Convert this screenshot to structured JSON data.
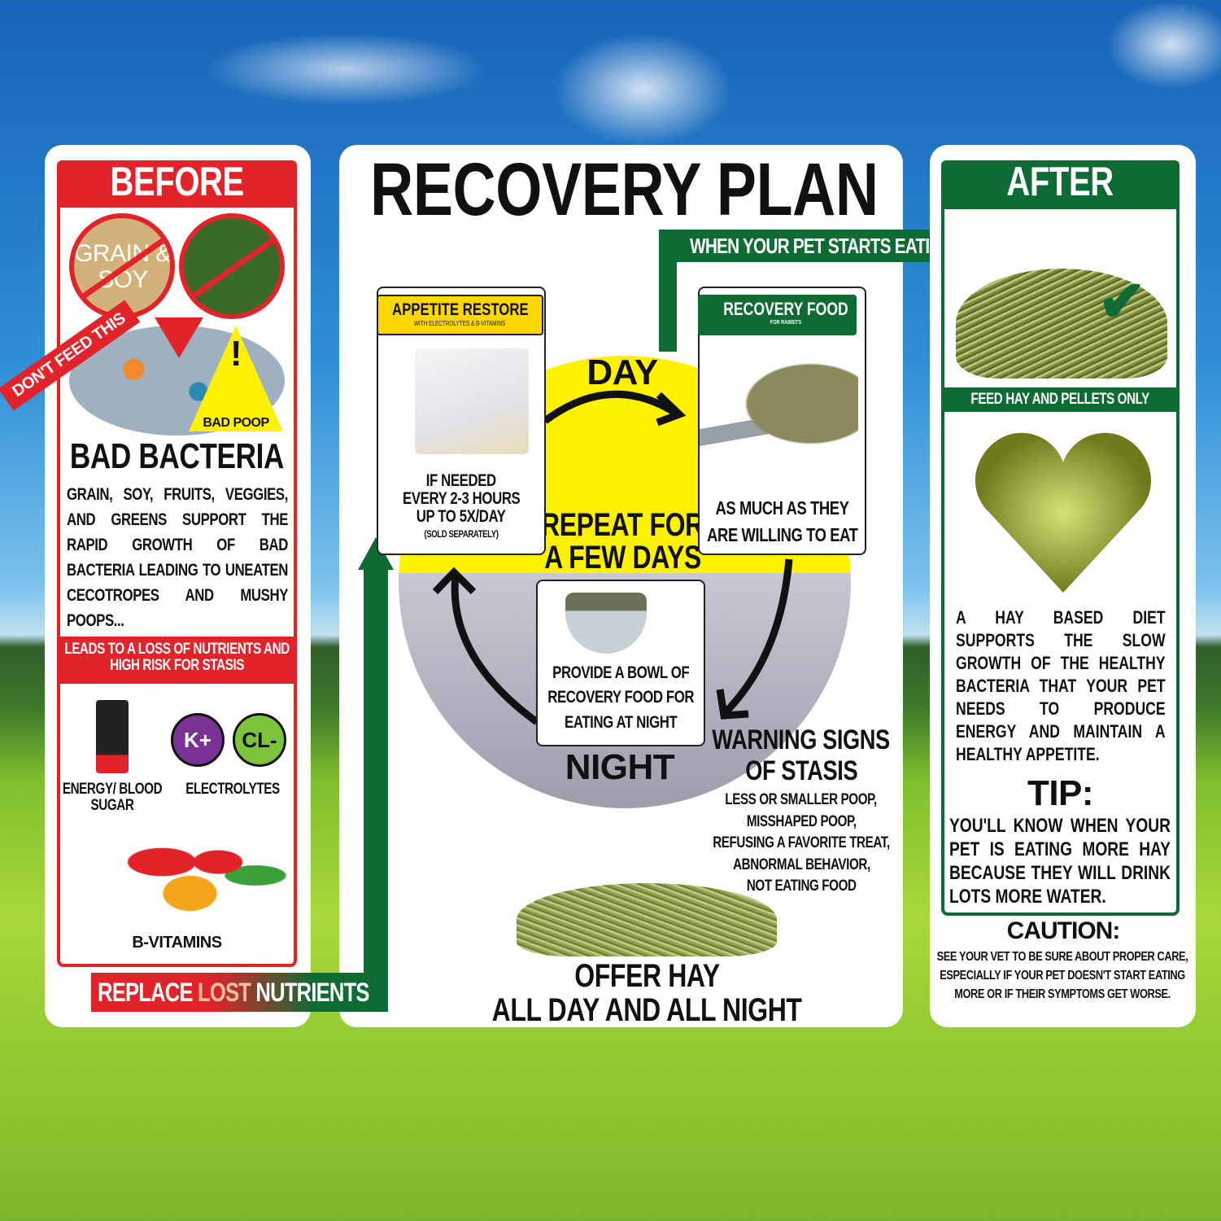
{
  "title": "RECOVERY PLAN",
  "before": {
    "header": "BEFORE",
    "grain_label": "GRAIN & SOY",
    "dont_feed": "DON'T FEED THIS",
    "bad_poop": "BAD POOP",
    "heading": "BAD BACTERIA",
    "body": "GRAIN, SOY, FRUITS, VEGGIES, AND GREENS SUPPORT THE RAPID GROWTH OF BAD BACTERIA LEADING TO UNEATEN CECOTROPES AND MUSHY POOPS...",
    "warning": "LEADS TO A LOSS OF NUTRIENTS AND HIGH RISK FOR STASIS",
    "energy": "ENERGY/ BLOOD SUGAR",
    "electrolytes": "ELECTROLYTES",
    "k_symbol": "K+",
    "cl_symbol": "CL-",
    "vitamins": "B-VITAMINS"
  },
  "replace": {
    "part1": "REPLACE ",
    "part2": "LOST ",
    "part3": "NUTRIENTS"
  },
  "when_hay": "WHEN YOUR PET STARTS EATING MORE HAY",
  "appetite": {
    "title": "APPETITE RESTORE",
    "subtitle": "WITH ELECTROLYTES & B-VITAMINS",
    "line1": "IF NEEDED",
    "line2": "EVERY 2-3 HOURS",
    "line3": "UP TO 5X/DAY",
    "note": "(SOLD SEPARATELY)"
  },
  "recovery": {
    "title": "RECOVERY FOOD",
    "subtitle": "FOR RABBITS",
    "line1": "AS MUCH AS THEY",
    "line2": "ARE WILLING TO EAT"
  },
  "cycle": {
    "day": "DAY",
    "night": "NIGHT",
    "repeat1": "REPEAT FOR",
    "repeat2": "A FEW DAYS",
    "bowl": "PROVIDE A BOWL OF RECOVERY FOOD FOR EATING AT NIGHT"
  },
  "warning_signs": {
    "title1": "WARNING SIGNS",
    "title2": "OF STASIS",
    "items": [
      "LESS OR SMALLER POOP,",
      "MISSHAPED POOP,",
      "REFUSING A FAVORITE TREAT,",
      "ABNORMAL BEHAVIOR,",
      "NOT EATING FOOD"
    ]
  },
  "offer_hay": {
    "line1": "OFFER HAY",
    "line2": "ALL DAY AND ALL NIGHT"
  },
  "after": {
    "header": "AFTER",
    "feed": "FEED HAY AND PELLETS ONLY",
    "body": "A HAY BASED DIET SUPPORTS THE SLOW GROWTH OF THE HEALTHY BACTERIA THAT YOUR PET NEEDS TO PRODUCE ENERGY AND MAINTAIN A HEALTHY APPETITE.",
    "tip_title": "TIP:",
    "tip": "YOU'LL KNOW WHEN YOUR PET IS EATING MORE HAY BECAUSE THEY WILL DRINK LOTS MORE WATER.",
    "caution_title": "CAUTION:",
    "caution": "SEE YOUR VET TO BE SURE ABOUT PROPER CARE, ESPECIALLY IF YOUR PET DOESN'T START EATING MORE OR IF THEIR SYMPTOMS GET WORSE."
  },
  "colors": {
    "red": "#e3232a",
    "green": "#0f6b34",
    "yellow": "#fff200"
  }
}
